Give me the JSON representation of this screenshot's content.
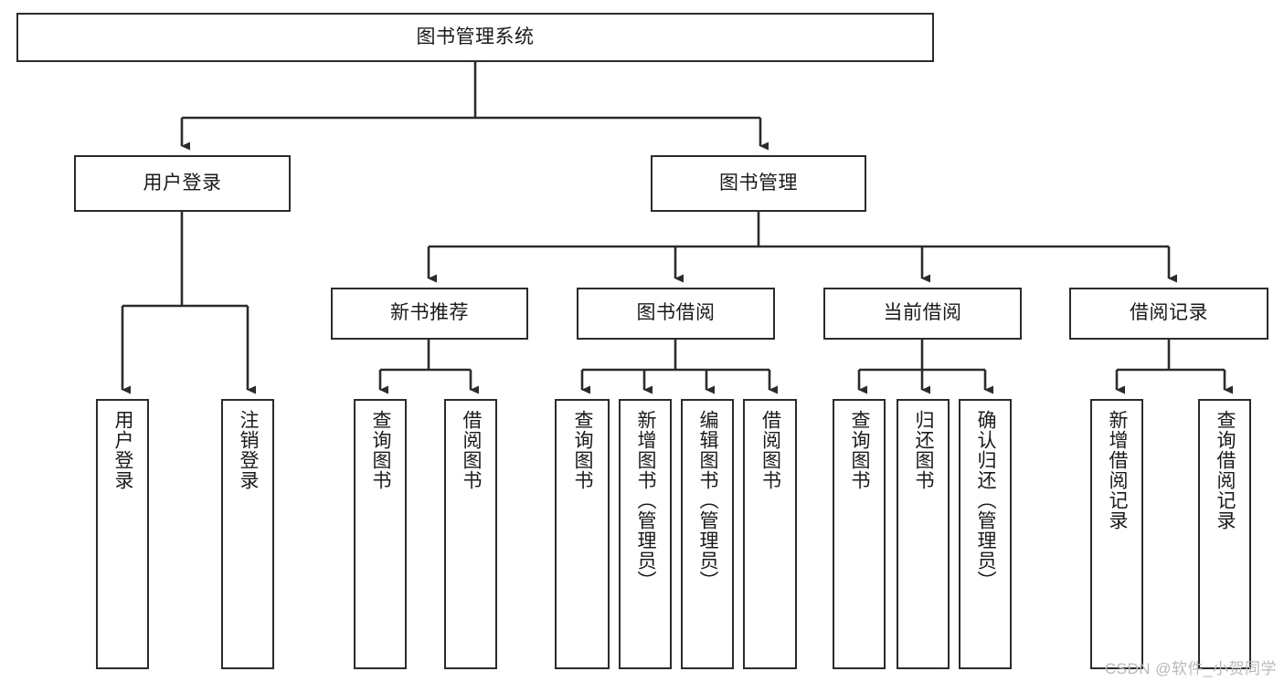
{
  "diagram": {
    "title": "图书管理系统",
    "watermark": "CSDN @软件_小贺同学",
    "line_color": "#2b2b2b",
    "box_border_color": "#2b2b2b",
    "background_color": "#ffffff",
    "text_color": "#1a1a1a",
    "nodes": {
      "root": {
        "label": "图书管理系统"
      },
      "level2": [
        {
          "label": "用户登录"
        },
        {
          "label": "图书管理"
        }
      ],
      "level3": [
        {
          "label": "新书推荐"
        },
        {
          "label": "图书借阅"
        },
        {
          "label": "当前借阅"
        },
        {
          "label": "借阅记录"
        }
      ],
      "leaves_user_login": [
        {
          "label": "用户登录"
        },
        {
          "label": "注销登录"
        }
      ],
      "leaves_new_books": [
        {
          "label": "查询图书"
        },
        {
          "label": "借阅图书"
        }
      ],
      "leaves_borrow": [
        {
          "label": "查询图书"
        },
        {
          "label": "新增图书（管理员）"
        },
        {
          "label": "编辑图书（管理员）"
        },
        {
          "label": "借阅图书"
        }
      ],
      "leaves_current": [
        {
          "label": "查询图书"
        },
        {
          "label": "归还图书"
        },
        {
          "label": "确认归还（管理员）"
        }
      ],
      "leaves_records": [
        {
          "label": "新增借阅记录"
        },
        {
          "label": "查询借阅记录"
        }
      ]
    }
  }
}
